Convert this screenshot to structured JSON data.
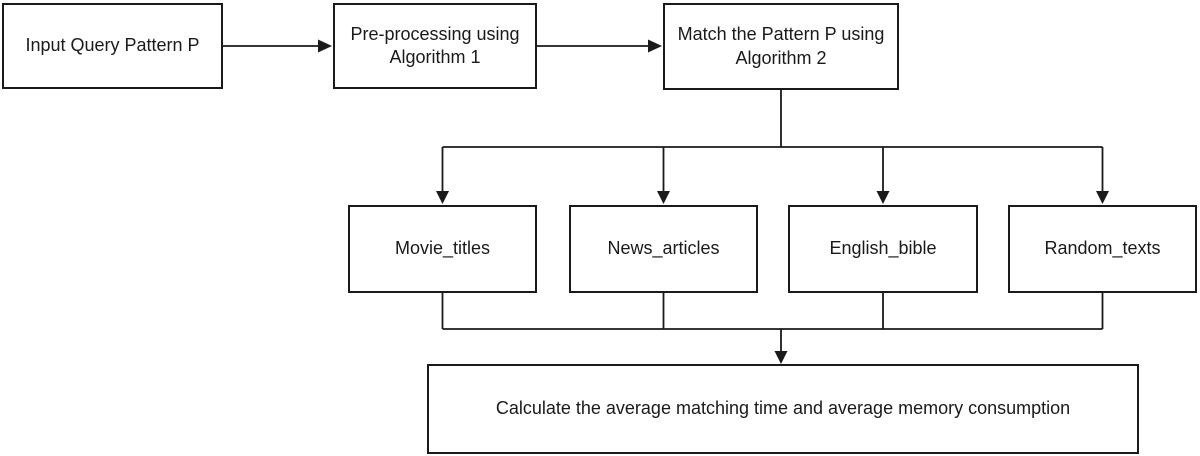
{
  "diagram": {
    "type": "flowchart",
    "background": "#ffffff",
    "colors": {
      "line": "#1a1a1a",
      "node_border": "#1a1a1a",
      "node_fill": "#ffffff",
      "text": "#1a1a1a"
    },
    "nodes": {
      "input": {
        "label": "Input Query Pattern P"
      },
      "preprocess": {
        "label": "Pre-processing using Algorithm 1"
      },
      "match": {
        "label": "Match the Pattern P using Algorithm 2"
      },
      "dataset_movie_titles": {
        "label": "Movie_titles"
      },
      "dataset_news_articles": {
        "label": "News_articles"
      },
      "dataset_english_bible": {
        "label": "English_bible"
      },
      "dataset_random_texts": {
        "label": "Random_texts"
      },
      "calculate": {
        "label": "Calculate the average matching time and average memory consumption"
      }
    },
    "edges": [
      {
        "from": "input",
        "to": "preprocess"
      },
      {
        "from": "preprocess",
        "to": "match"
      },
      {
        "from": "match",
        "to": "dataset_movie_titles"
      },
      {
        "from": "match",
        "to": "dataset_news_articles"
      },
      {
        "from": "match",
        "to": "dataset_english_bible"
      },
      {
        "from": "match",
        "to": "dataset_random_texts"
      },
      {
        "from": "dataset_movie_titles",
        "to": "calculate"
      },
      {
        "from": "dataset_news_articles",
        "to": "calculate"
      },
      {
        "from": "dataset_english_bible",
        "to": "calculate"
      },
      {
        "from": "dataset_random_texts",
        "to": "calculate"
      }
    ]
  }
}
